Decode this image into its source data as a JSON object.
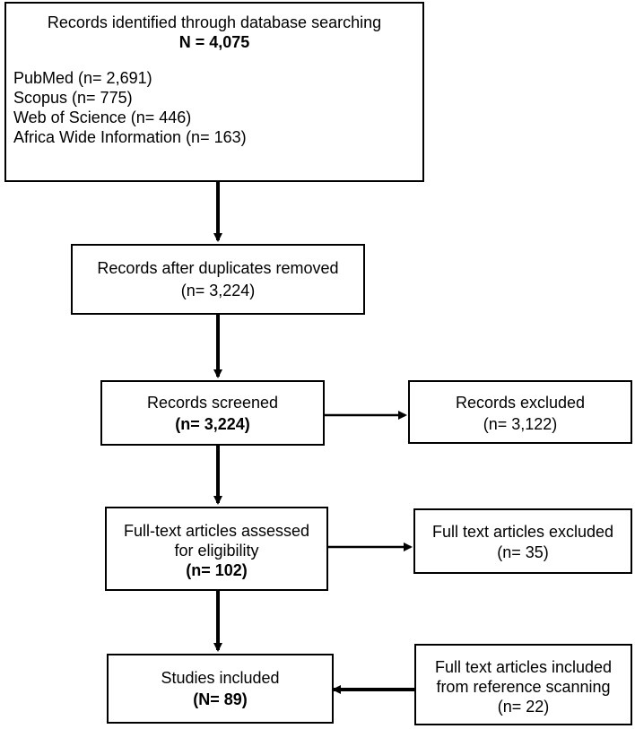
{
  "identification": {
    "title": "Records identified through database searching",
    "total": "N = 4,075",
    "sources": [
      "PubMed (n= 2,691)",
      "Scopus (n= 775)",
      "Web of Science (n= 446)",
      "Africa Wide Information (n= 163)"
    ]
  },
  "duplicates_removed": {
    "label": "Records after duplicates removed",
    "count": "(n= 3,224)"
  },
  "screened": {
    "label": "Records screened",
    "count": "(n= 3,224)"
  },
  "excluded": {
    "label": "Records excluded",
    "count": "(n= 3,122)"
  },
  "eligibility": {
    "label_line1": "Full-text articles assessed",
    "label_line2": "for eligibility",
    "count": "(n= 102)"
  },
  "fulltext_excluded": {
    "label": "Full text articles excluded",
    "count": "(n= 35)"
  },
  "included": {
    "label": "Studies included",
    "count": "(N= 89)"
  },
  "reference_scanning": {
    "label_line1": "Full text articles included",
    "label_line2": "from reference scanning",
    "count": "(n= 22)"
  }
}
